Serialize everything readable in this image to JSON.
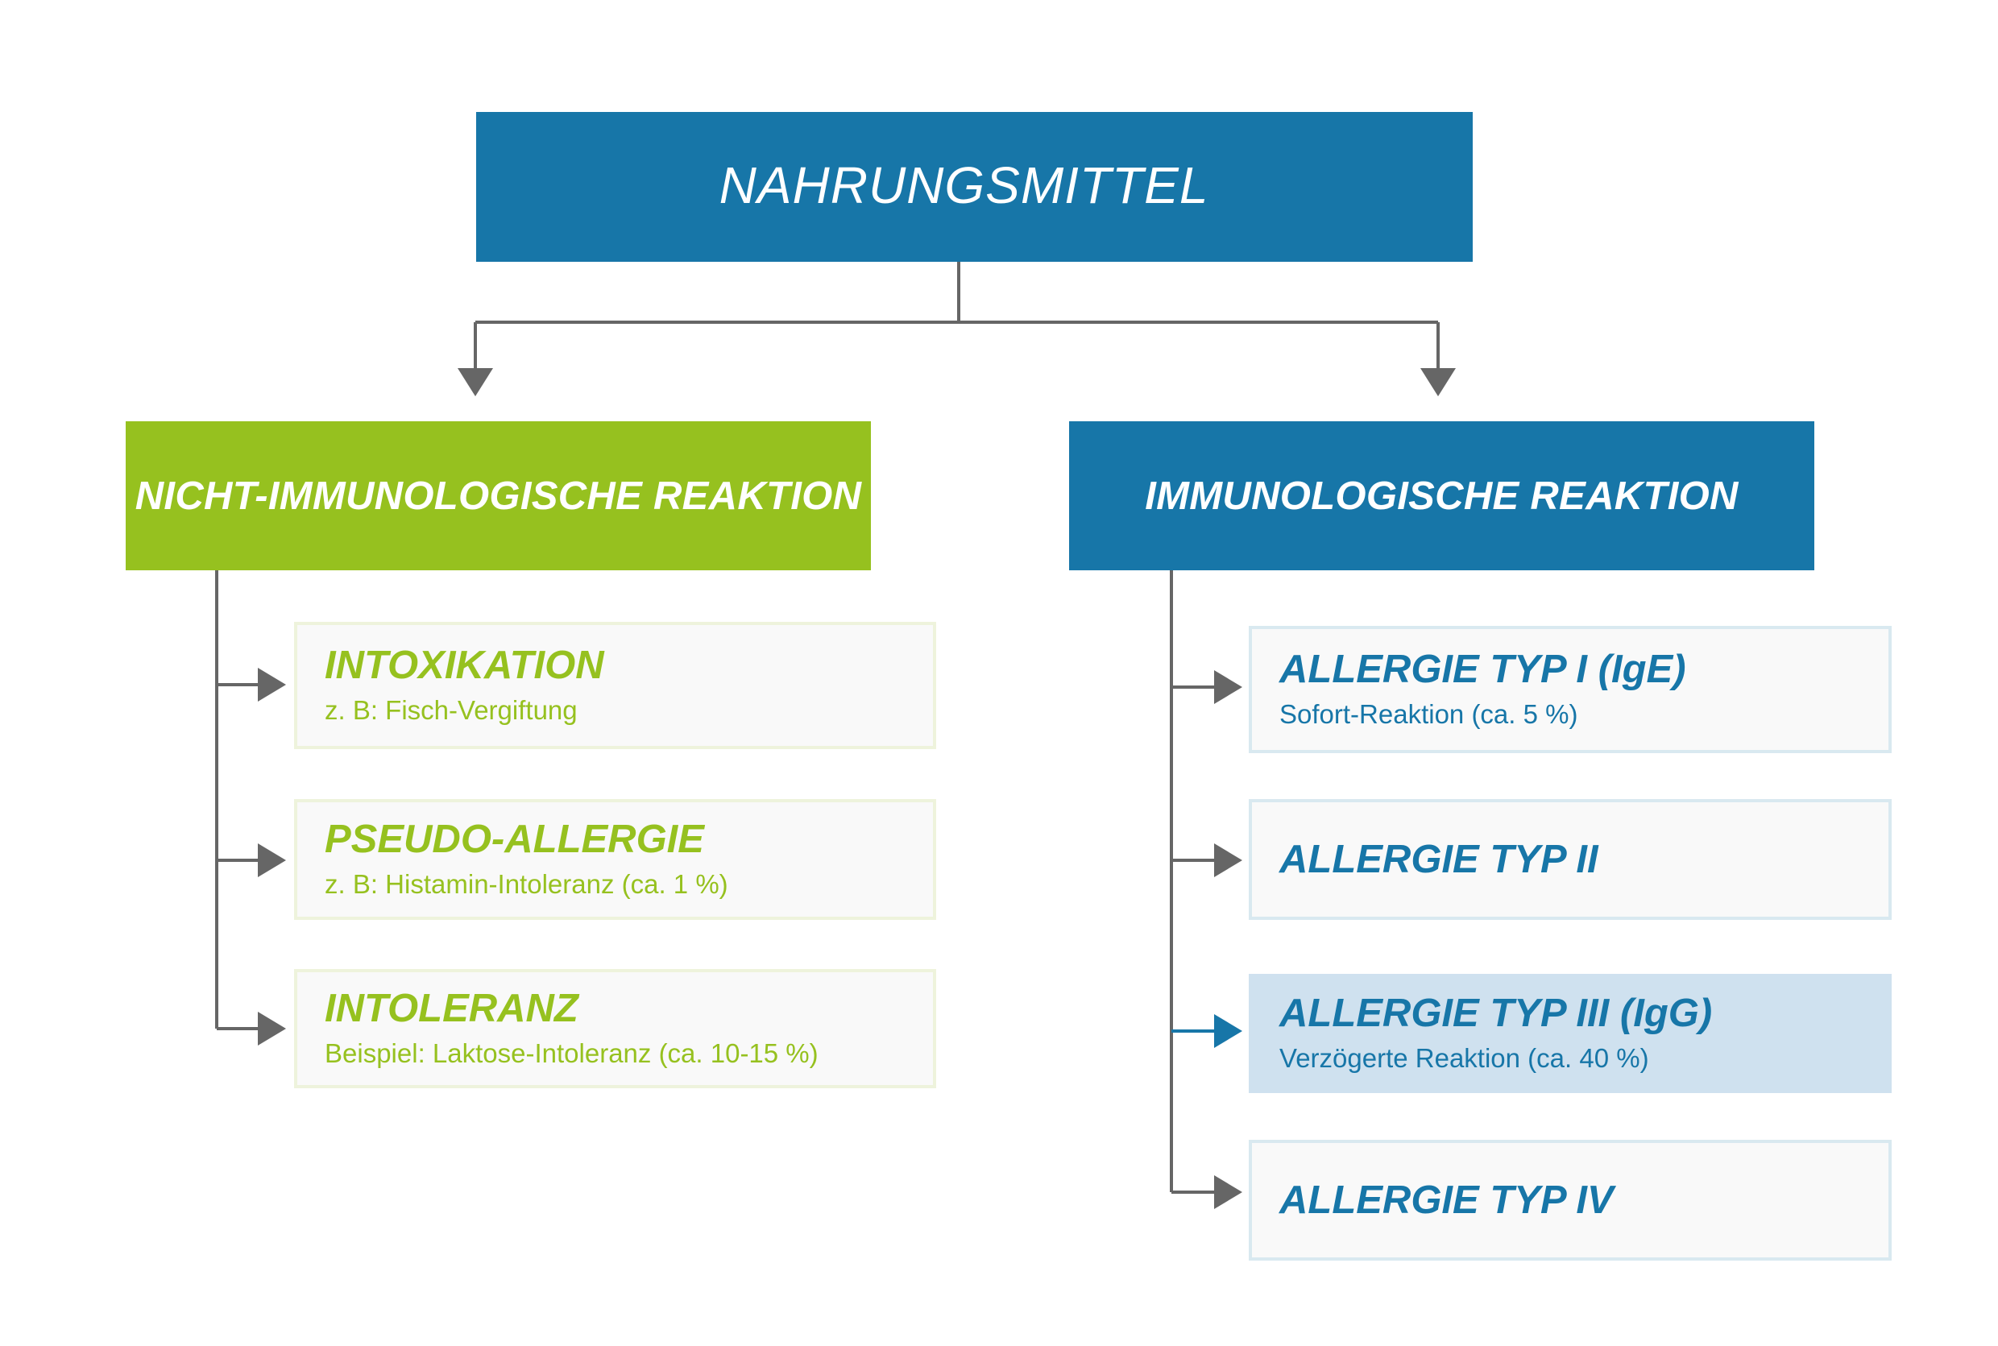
{
  "root": {
    "label": "NAHRUNGSMITTEL"
  },
  "categories": [
    {
      "label": "NICHT-IMMUNOLOGISCHE REAKTION",
      "items": [
        {
          "title": "INTOXIKATION",
          "sub": "z. B: Fisch-Vergiftung"
        },
        {
          "title": "PSEUDO-ALLERGIE",
          "sub": "z. B: Histamin-Intoleranz (ca. 1 %)"
        },
        {
          "title": "INTOLERANZ",
          "sub": "Beispiel: Laktose-Intoleranz (ca. 10-15 %)"
        }
      ]
    },
    {
      "label": "IMMUNOLOGISCHE REAKTION",
      "items": [
        {
          "title": "ALLERGIE TYP I (IgE)",
          "sub": "Sofort-Reaktion (ca. 5 %)"
        },
        {
          "title": "ALLERGIE TYP II",
          "sub": ""
        },
        {
          "title": "ALLERGIE TYP III (IgG)",
          "sub": "Verzögerte Reaktion (ca. 40 %)",
          "highlighted": true
        },
        {
          "title": "ALLERGIE TYP IV",
          "sub": ""
        }
      ]
    }
  ],
  "colors": {
    "blue": "#1776a8",
    "green": "#96c11f",
    "connector": "#666666",
    "highlight_bg": "#cfe1ef"
  }
}
